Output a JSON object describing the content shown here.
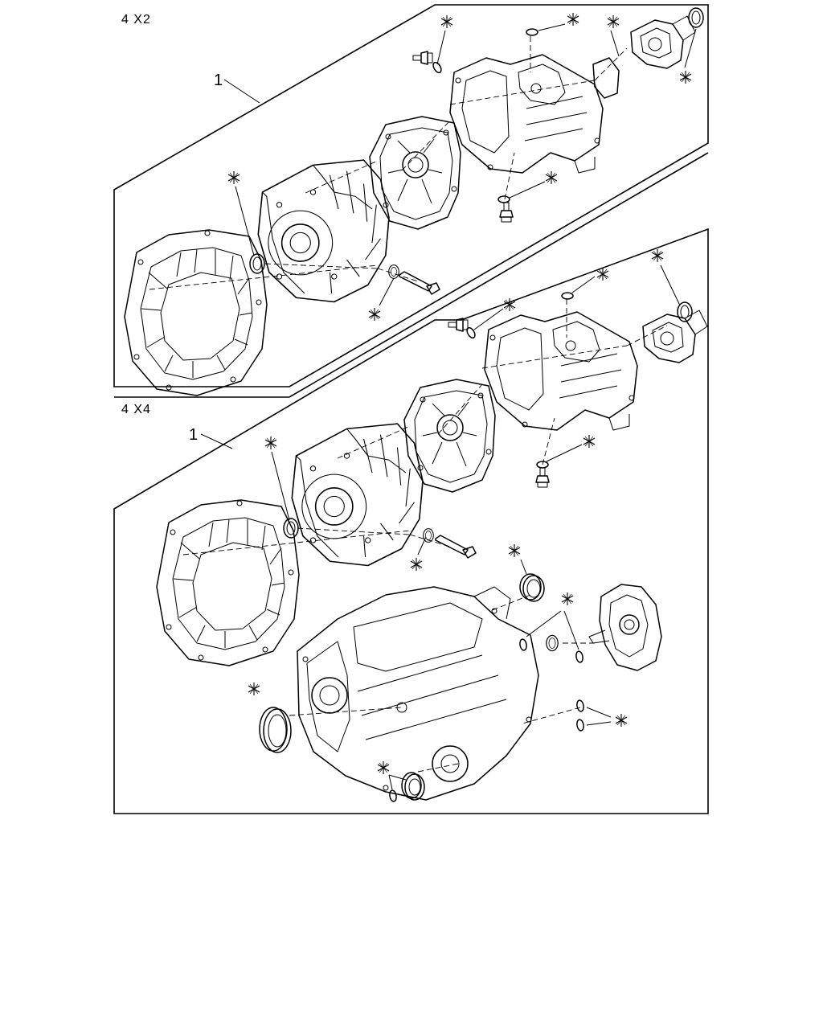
{
  "diagram": {
    "variant_4x2": {
      "label": "4 X2",
      "callout": "1"
    },
    "variant_4x4": {
      "label": "4 X4",
      "callout": "1"
    },
    "marker_symbol": "✳"
  }
}
